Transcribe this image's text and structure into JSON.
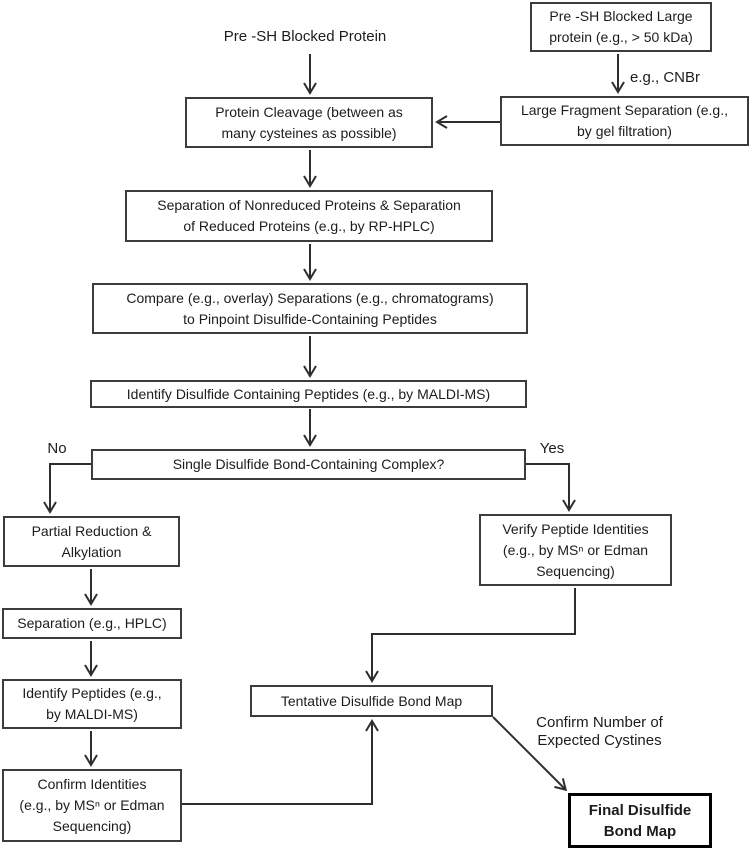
{
  "diagram": {
    "nodes": {
      "pre_sh_large": "Pre -SH Blocked Large\nprotein (e.g., > 50 kDa)",
      "protein_cleavage": "Protein Cleavage (between as\nmany cysteines as possible)",
      "large_fragment": "Large Fragment Separation (e.g.,\nby gel filtration)",
      "separation_nonreduced": "Separation of Nonreduced Proteins & Separation\nof Reduced Proteins (e.g., by RP-HPLC)",
      "compare_separations": "Compare (e.g., overlay) Separations (e.g., chromatograms)\nto Pinpoint Disulfide-Containing Peptides",
      "identify_disulfide": "Identify Disulfide Containing Peptides (e.g., by MALDI-MS)",
      "single_complex": "Single Disulfide Bond-Containing Complex?",
      "partial_reduction": "Partial Reduction &\nAlkylation",
      "separation_hplc": "Separation (e.g., HPLC)",
      "identify_peptides": "Identify Peptides (e.g.,\nby MALDI-MS)",
      "confirm_identities": "Confirm Identities\n(e.g., by MSⁿ or Edman\nSequencing)",
      "verify_peptide": "Verify  Peptide Identities\n(e.g., by MSⁿ or Edman\nSequencing)",
      "tentative_map": "Tentative Disulfide Bond Map",
      "final_map": "Final Disulfide\nBond Map"
    },
    "labels": {
      "start": "Pre -SH Blocked Protein",
      "cnbr": "e.g., CNBr",
      "no": "No",
      "yes": "Yes",
      "confirm_number": "Confirm Number of\nExpected Cystines"
    }
  }
}
